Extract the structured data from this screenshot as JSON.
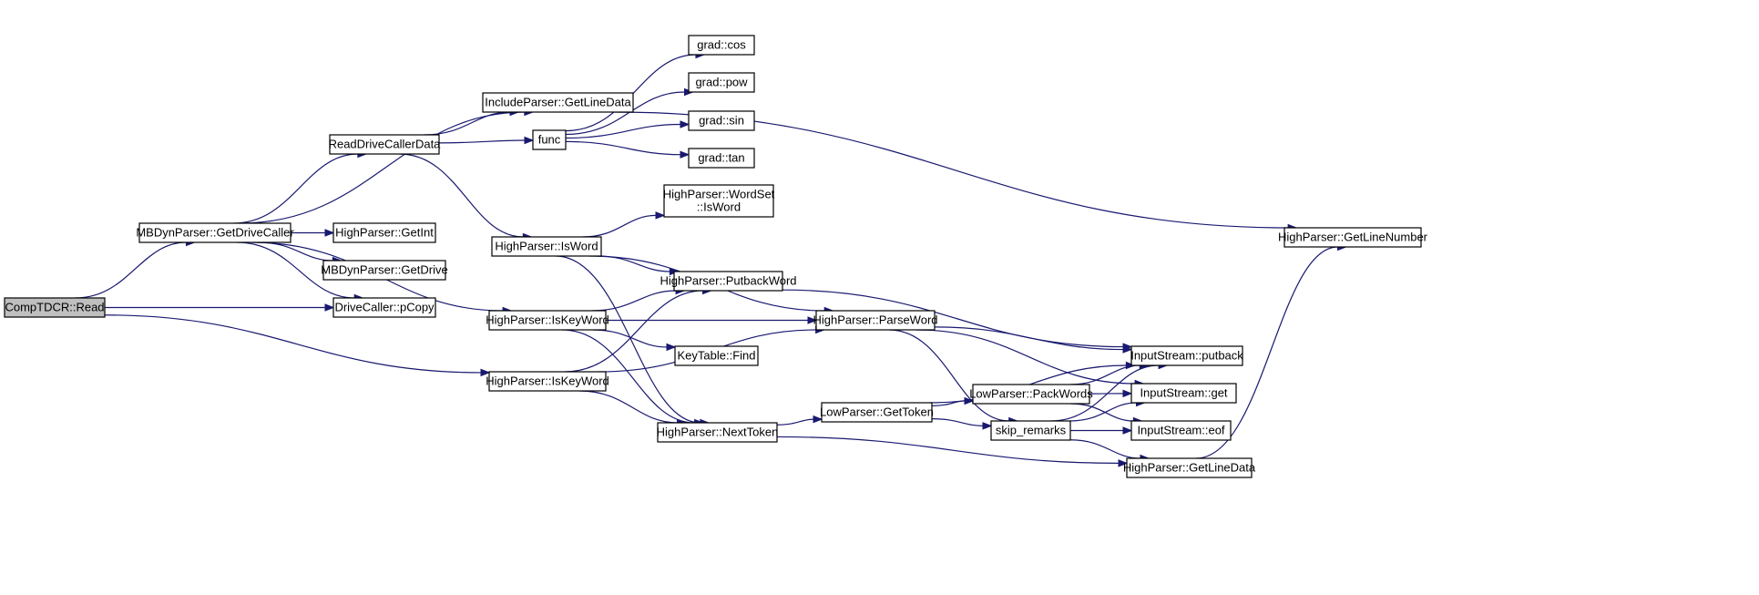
{
  "graph": {
    "nodes": [
      {
        "id": "root",
        "label": "CompTDCR::Read",
        "root": true
      },
      {
        "id": "getdrivecaller",
        "label": "MBDynParser::GetDriveCaller"
      },
      {
        "id": "readdrive",
        "label": "ReadDriveCallerData"
      },
      {
        "id": "includeparser",
        "label": "IncludeParser::GetLineData"
      },
      {
        "id": "func",
        "label": "func"
      },
      {
        "id": "gradcos",
        "label": "grad::cos"
      },
      {
        "id": "gradpow",
        "label": "grad::pow"
      },
      {
        "id": "gradsin",
        "label": "grad::sin"
      },
      {
        "id": "gradtan",
        "label": "grad::tan"
      },
      {
        "id": "getint",
        "label": "HighParser::GetInt"
      },
      {
        "id": "getdrive",
        "label": "MBDynParser::GetDrive"
      },
      {
        "id": "pcopy",
        "label": "DriveCaller::pCopy"
      },
      {
        "id": "isword",
        "label": "HighParser::IsWord"
      },
      {
        "id": "wordset",
        "label": [
          "HighParser::WordSet",
          "::IsWord"
        ]
      },
      {
        "id": "putback",
        "label": "HighParser::PutbackWord"
      },
      {
        "id": "iskeyword1",
        "label": "HighParser::IsKeyWord"
      },
      {
        "id": "iskeyword2",
        "label": "HighParser::IsKeyWord"
      },
      {
        "id": "keytable",
        "label": "KeyTable::Find"
      },
      {
        "id": "parseword",
        "label": "HighParser::ParseWord"
      },
      {
        "id": "nexttoken",
        "label": "HighParser::NextToken"
      },
      {
        "id": "gettoken",
        "label": "LowParser::GetToken"
      },
      {
        "id": "packwords",
        "label": "LowParser::PackWords"
      },
      {
        "id": "skipremarks",
        "label": "skip_remarks"
      },
      {
        "id": "isputback",
        "label": "InputStream::putback"
      },
      {
        "id": "isget",
        "label": "InputStream::get"
      },
      {
        "id": "iseof",
        "label": "InputStream::eof"
      },
      {
        "id": "hpgetlinedata",
        "label": "HighParser::GetLineData"
      },
      {
        "id": "getlinenumber",
        "label": "HighParser::GetLineNumber"
      }
    ],
    "edges": [
      [
        "root",
        "getdrivecaller"
      ],
      [
        "root",
        "pcopy"
      ],
      [
        "root",
        "iskeyword2"
      ],
      [
        "getdrivecaller",
        "includeparser"
      ],
      [
        "getdrivecaller",
        "readdrive"
      ],
      [
        "getdrivecaller",
        "getint"
      ],
      [
        "getdrivecaller",
        "getdrive"
      ],
      [
        "getdrivecaller",
        "pcopy"
      ],
      [
        "getdrivecaller",
        "iskeyword1"
      ],
      [
        "readdrive",
        "includeparser"
      ],
      [
        "readdrive",
        "func"
      ],
      [
        "readdrive",
        "isword"
      ],
      [
        "includeparser",
        "getlinenumber"
      ],
      [
        "func",
        "gradcos"
      ],
      [
        "func",
        "gradpow"
      ],
      [
        "func",
        "gradsin"
      ],
      [
        "func",
        "gradtan"
      ],
      [
        "isword",
        "wordset"
      ],
      [
        "isword",
        "putback"
      ],
      [
        "isword",
        "parseword"
      ],
      [
        "isword",
        "nexttoken"
      ],
      [
        "iskeyword1",
        "putback"
      ],
      [
        "iskeyword1",
        "parseword"
      ],
      [
        "iskeyword1",
        "keytable"
      ],
      [
        "iskeyword1",
        "nexttoken"
      ],
      [
        "iskeyword2",
        "putback"
      ],
      [
        "iskeyword2",
        "parseword"
      ],
      [
        "iskeyword2",
        "nexttoken"
      ],
      [
        "putback",
        "isputback"
      ],
      [
        "parseword",
        "isputback"
      ],
      [
        "parseword",
        "isget"
      ],
      [
        "parseword",
        "skipremarks"
      ],
      [
        "nexttoken",
        "gettoken"
      ],
      [
        "nexttoken",
        "hpgetlinedata"
      ],
      [
        "gettoken",
        "isputback"
      ],
      [
        "gettoken",
        "packwords"
      ],
      [
        "gettoken",
        "skipremarks"
      ],
      [
        "packwords",
        "isputback"
      ],
      [
        "packwords",
        "isget"
      ],
      [
        "packwords",
        "iseof"
      ],
      [
        "skipremarks",
        "isputback"
      ],
      [
        "skipremarks",
        "isget"
      ],
      [
        "skipremarks",
        "iseof"
      ],
      [
        "skipremarks",
        "hpgetlinedata"
      ],
      [
        "hpgetlinedata",
        "getlinenumber"
      ]
    ]
  },
  "colors": {
    "edge": "#191970",
    "root_fill": "#bfbfbf",
    "node_fill": "#ffffff",
    "node_border": "#000000"
  }
}
